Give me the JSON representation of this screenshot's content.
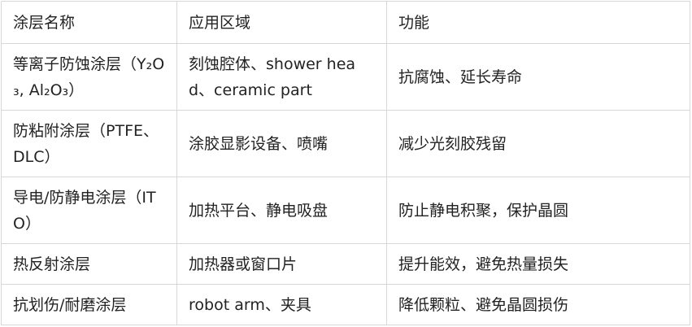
{
  "table": {
    "headers": [
      "涂层名称",
      "应用区域",
      "功能"
    ],
    "rows": [
      [
        "等离子防蚀涂层（Y₂O₃, Al₂O₃）",
        "刻蚀腔体、shower head、ceramic part",
        "抗腐蚀、延长寿命"
      ],
      [
        "防粘附涂层（PTFE、DLC）",
        "涂胶显影设备、喷嘴",
        "减少光刻胶残留"
      ],
      [
        "导电/防静电涂层（ITO）",
        "加热平台、静电吸盘",
        "防止静电积聚，保护晶圆"
      ],
      [
        "热反射涂层",
        "加热器或窗口片",
        "提升能效，避免热量损失"
      ],
      [
        "抗划伤/耐磨涂层",
        "robot arm、夹具",
        "降低颗粒、避免晶圆损伤"
      ]
    ]
  }
}
